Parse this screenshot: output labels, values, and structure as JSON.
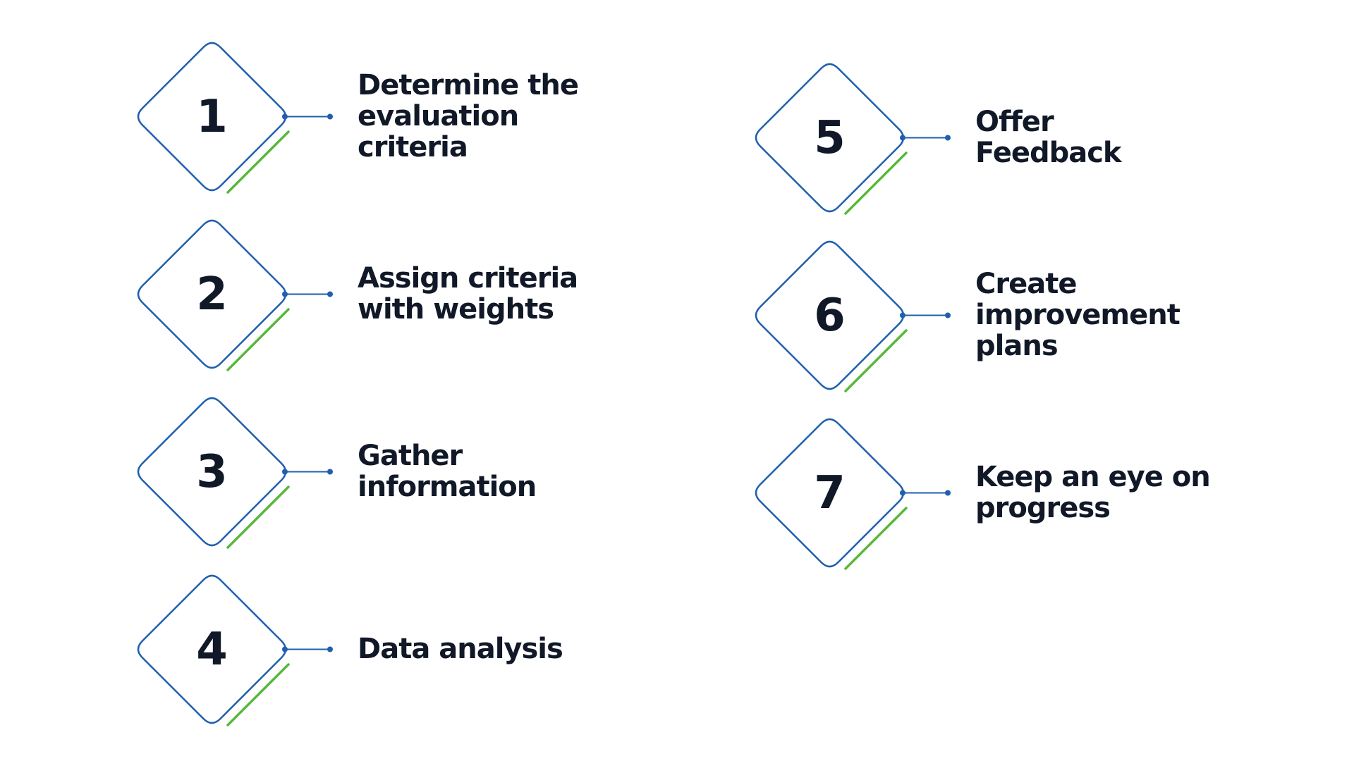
{
  "colors": {
    "diamond_stroke": "#1f5fae",
    "connector": "#1f5fae",
    "accent_line": "#57b83a",
    "text": "#111827",
    "background": "#ffffff"
  },
  "steps": [
    {
      "number": "1",
      "label": "Determine the\nevaluation\ncriteria"
    },
    {
      "number": "2",
      "label": "Assign criteria\nwith weights"
    },
    {
      "number": "3",
      "label": "Gather\ninformation"
    },
    {
      "number": "4",
      "label": "Data analysis"
    },
    {
      "number": "5",
      "label": "Offer\nFeedback"
    },
    {
      "number": "6",
      "label": "Create improvement\nplans"
    },
    {
      "number": "7",
      "label": "Keep an eye on\nprogress"
    }
  ]
}
